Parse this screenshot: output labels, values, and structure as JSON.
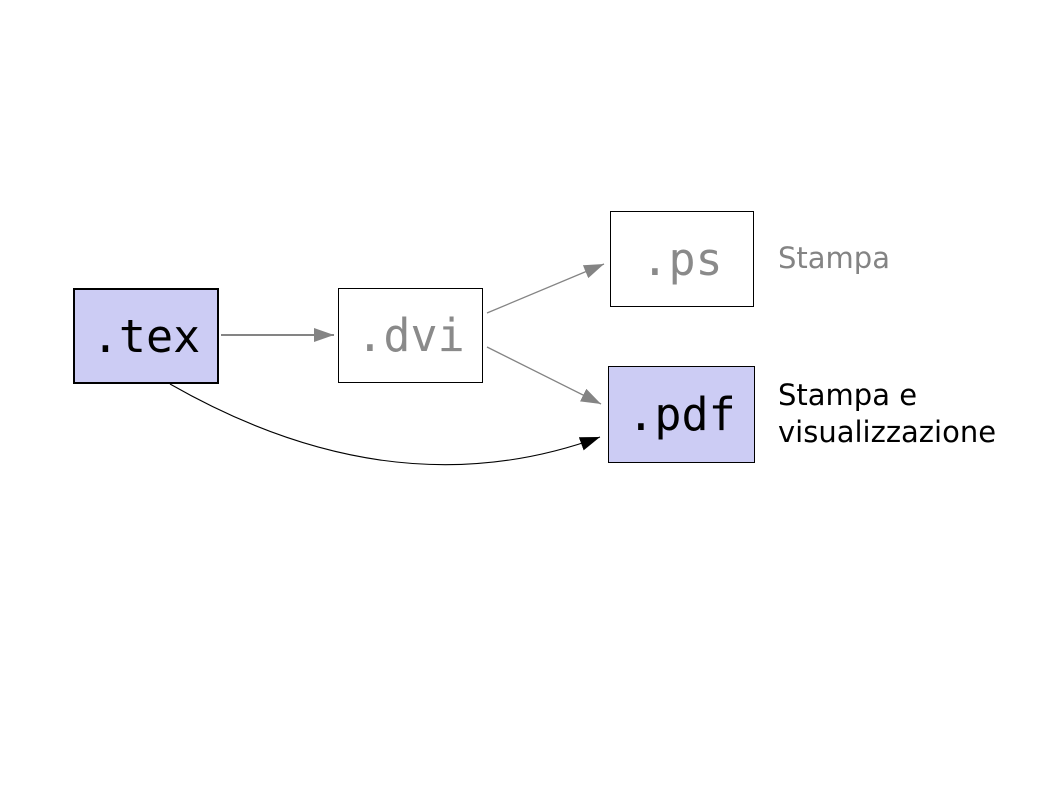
{
  "diagram": {
    "background_color": "#ffffff",
    "nodes": [
      {
        "id": "tex",
        "label": ".tex",
        "fill": "#ccccf4",
        "border_color": "#000000",
        "text_color": "#000000"
      },
      {
        "id": "dvi",
        "label": ".dvi",
        "fill": "#ffffff",
        "border_color": "#000000",
        "text_color": "#8a8a8a"
      },
      {
        "id": "ps",
        "label": ".ps",
        "fill": "#ffffff",
        "border_color": "#000000",
        "text_color": "#8a8a8a"
      },
      {
        "id": "pdf",
        "label": ".pdf",
        "fill": "#ccccf4",
        "border_color": "#000000",
        "text_color": "#000000"
      }
    ],
    "annotations": [
      {
        "for": "ps",
        "lines": [
          "Stampa"
        ],
        "color": "#848484"
      },
      {
        "for": "pdf",
        "lines": [
          "Stampa e",
          "visualizzazione"
        ],
        "color": "#000000"
      }
    ],
    "edges": [
      {
        "from": "tex",
        "to": "dvi",
        "style": "straight",
        "color": "#848484"
      },
      {
        "from": "dvi",
        "to": "ps",
        "style": "straight",
        "color": "#848484"
      },
      {
        "from": "dvi",
        "to": "pdf",
        "style": "straight",
        "color": "#848484"
      },
      {
        "from": "tex",
        "to": "pdf",
        "style": "curved",
        "color": "#000000"
      }
    ]
  }
}
